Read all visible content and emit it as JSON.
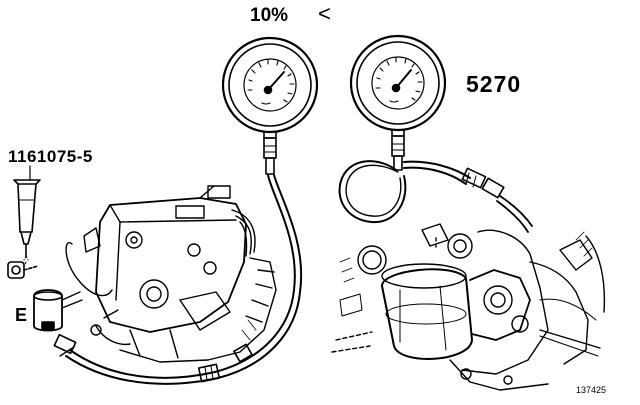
{
  "labels": {
    "percent": "10%",
    "comparison_symbol": "<",
    "gauge_tool_id": "5270",
    "tube_tool_id": "1161075-5",
    "marker": "E",
    "figure_number": "137425"
  },
  "colors": {
    "ink": "#000000",
    "paper": "#ffffff"
  }
}
